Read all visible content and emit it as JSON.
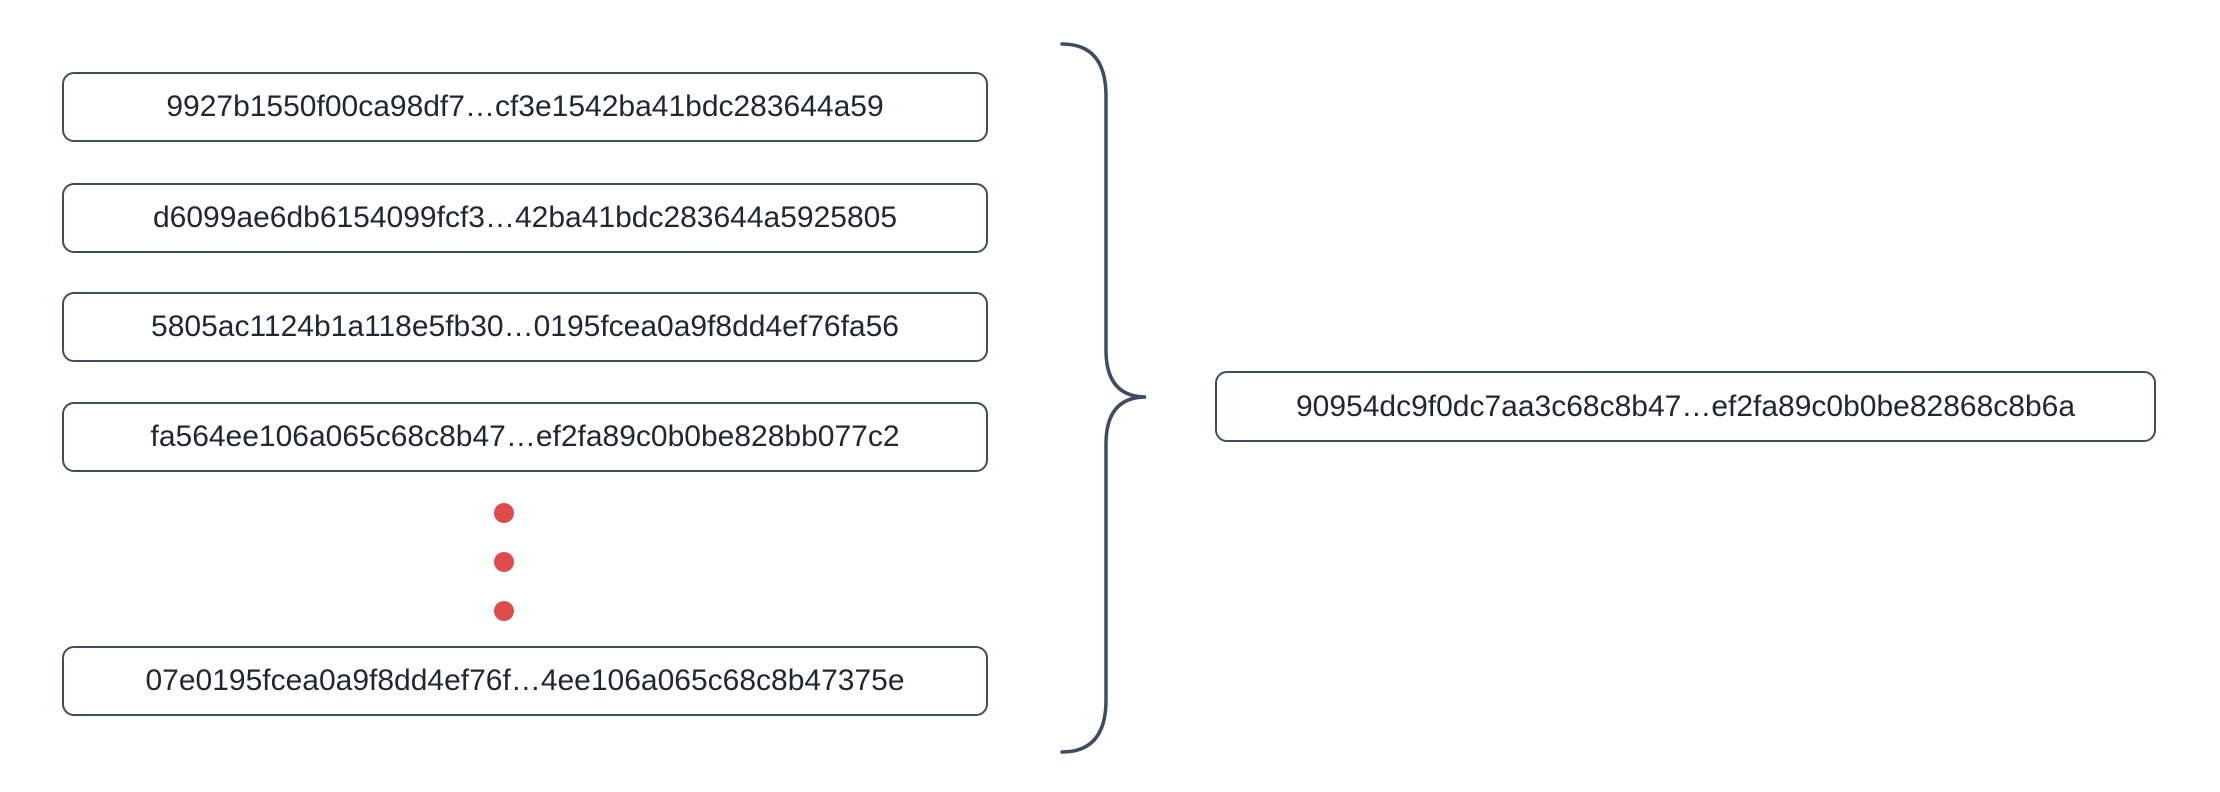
{
  "diagram": {
    "input_hashes": [
      "9927b1550f00ca98df7…cf3e1542ba41bdc283644a59",
      "d6099ae6db6154099fcf3…42ba41bdc283644a5925805",
      "5805ac1124b1a118e5fb30…0195fcea0a9f8dd4ef76fa56",
      "fa564ee106a065c68c8b47…ef2fa89c0b0be828bb077c2",
      "07e0195fcea0a9f8dd4ef76f…4ee106a065c68c8b47375e"
    ],
    "result_hash": "90954dc9f0dc7aa3c68c8b47…ef2fa89c0b0be82868c8b6a",
    "colors": {
      "box_border": "#3e4d61",
      "text": "#1e2732",
      "ellipsis_dot": "#e04b4b",
      "brace": "#3e4d61",
      "background": "#ffffff"
    }
  }
}
